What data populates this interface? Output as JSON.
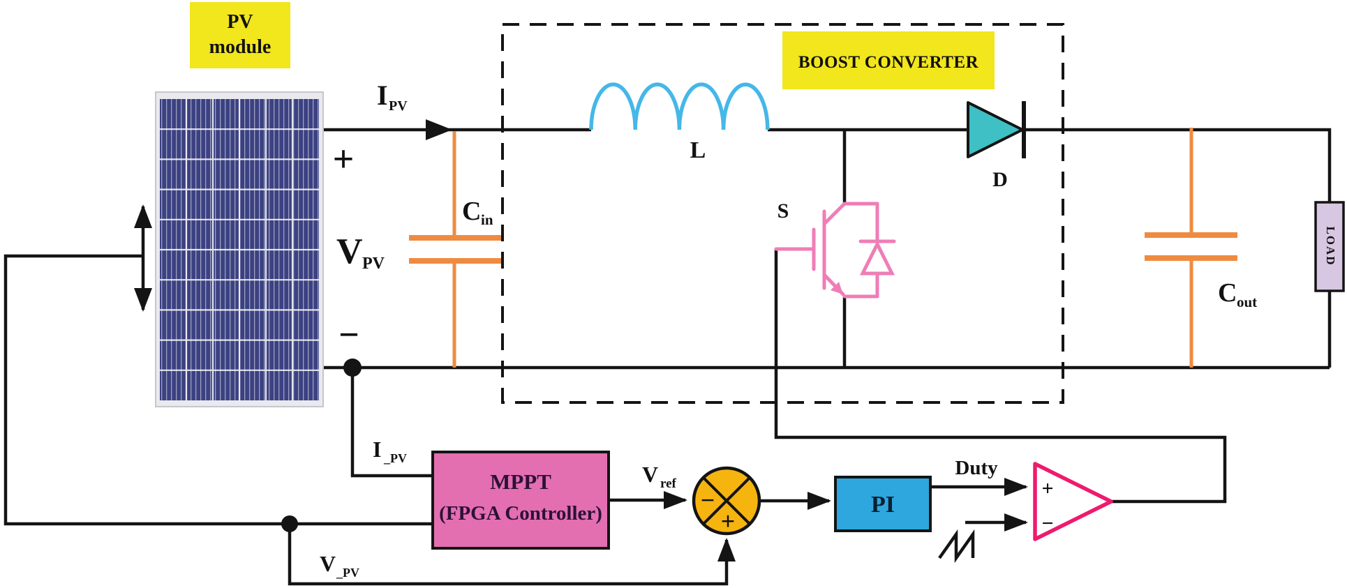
{
  "title": "PV module boost converter with FPGA MPPT control diagram",
  "colors": {
    "label_yellow": "#f2e61c",
    "panel_navy": "#3b4181",
    "panel_frame": "#e9e9ee",
    "coil_blue": "#45b7e8",
    "diode_teal": "#3fc0c4",
    "igbt_pink": "#ef7db6",
    "comparator_pink": "#ef1a6e",
    "mppt_pink": "#e36fb0",
    "pi_blue": "#2ea7de",
    "sum_amber": "#f6b40f",
    "cap_orange": "#ef8b41",
    "load_lavender": "#d8c7e2",
    "wire_black": "#141414",
    "white": "#ffffff"
  },
  "labels": {
    "pv_module_line1": "PV",
    "pv_module_line2": "module",
    "boost_converter": "BOOST CONVERTER",
    "current_label": {
      "main": "I",
      "sub": "PV"
    },
    "plus_terminal": "+",
    "voltage_label": {
      "main": "V",
      "sub": "PV"
    },
    "minus_terminal": "−",
    "cap_in": {
      "main": "C",
      "sub": "in"
    },
    "inductor": "L",
    "switch": "S",
    "diode": "D",
    "cap_out": {
      "main": "C",
      "sub": "out"
    },
    "load": "LOAD",
    "i_pv_sense": {
      "main": "I",
      "sub": "_PV"
    },
    "v_pv_sense": {
      "main": "V",
      "sub": "_PV"
    },
    "mppt_line1": "MPPT",
    "mppt_line2": "(FPGA Controller)",
    "v_ref": {
      "main": "V",
      "sub": "ref"
    },
    "summing": {
      "minus": "−",
      "plus": "+"
    },
    "pi": "PI",
    "duty": "Duty",
    "comparator": {
      "plus": "+",
      "minus": "−"
    }
  }
}
